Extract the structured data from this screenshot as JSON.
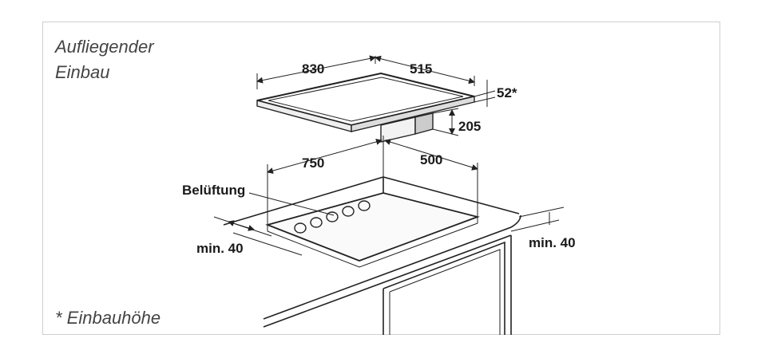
{
  "title": {
    "line1": "Aufliegender",
    "line2": "Einbau"
  },
  "footnote": "* Einbauhöhe",
  "hob": {
    "width": "830",
    "depth": "515",
    "height": "52*",
    "unit_height": "205"
  },
  "cutout": {
    "width": "750",
    "depth": "500",
    "ventilation": "Belüftung",
    "min_left": "min. 40",
    "min_right": "min. 40"
  },
  "colors": {
    "line": "#222222",
    "frame": "#cfcfcf",
    "text": "#1a1a1a",
    "italic": "#444444"
  }
}
